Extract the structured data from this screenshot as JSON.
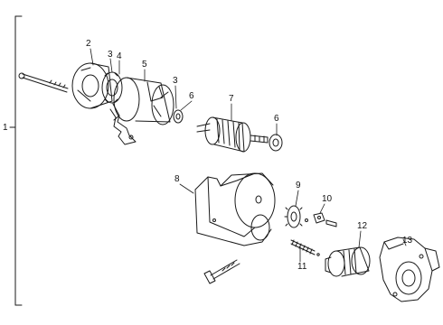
{
  "diagram": {
    "callouts": {
      "c1": "1",
      "c2": "2",
      "c3a": "3",
      "c4": "4",
      "c5": "5",
      "c3b": "3",
      "c6a": "6",
      "c7": "7",
      "c6b": "6",
      "c8": "8",
      "c9": "9",
      "c10": "10",
      "c11": "11",
      "c12": "12",
      "c13": "13"
    },
    "line_color": "#1a1a1a"
  }
}
